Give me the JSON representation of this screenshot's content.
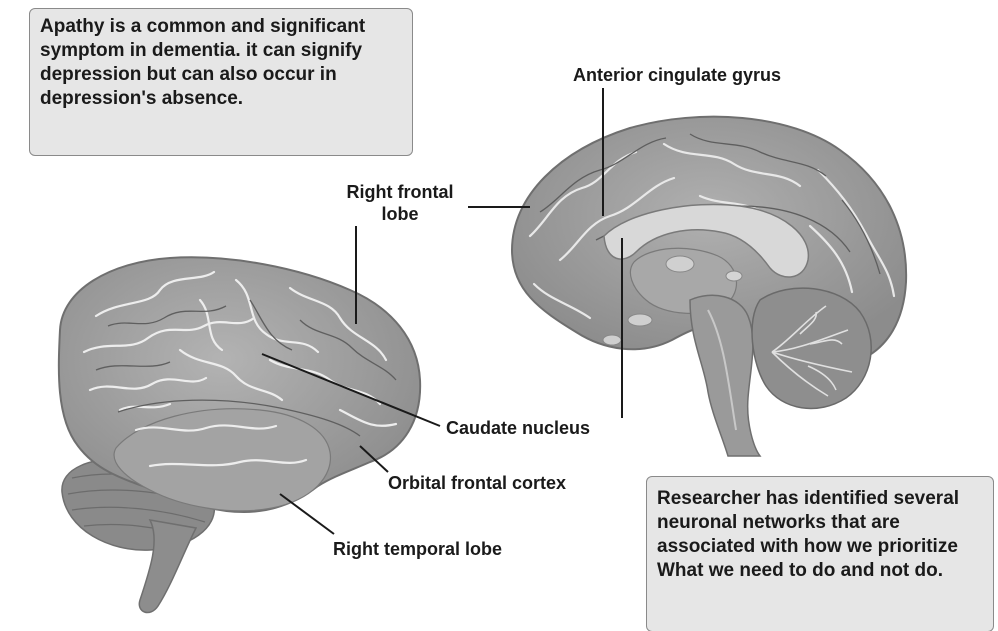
{
  "notes": {
    "top": "Apathy is a common and significant symptom in dementia. it can signify depression but can also occur in depression's absence.",
    "bottom": "Researcher has identified several neuronal networks that are associated with how we prioritize What we need to do and not do."
  },
  "labels": {
    "right_frontal_lobe": "Right frontal lobe",
    "anterior_cingulate_gyrus": "Anterior cingulate gyrus",
    "caudate_nucleus": "Caudate nucleus",
    "orbital_frontal_cortex": "Orbital frontal cortex",
    "right_temporal_lobe": "Right temporal lobe"
  },
  "colors": {
    "brain_fill": "#9c9c9c",
    "brain_light": "#c4c4c4",
    "note_bg": "#e6e6e6"
  }
}
